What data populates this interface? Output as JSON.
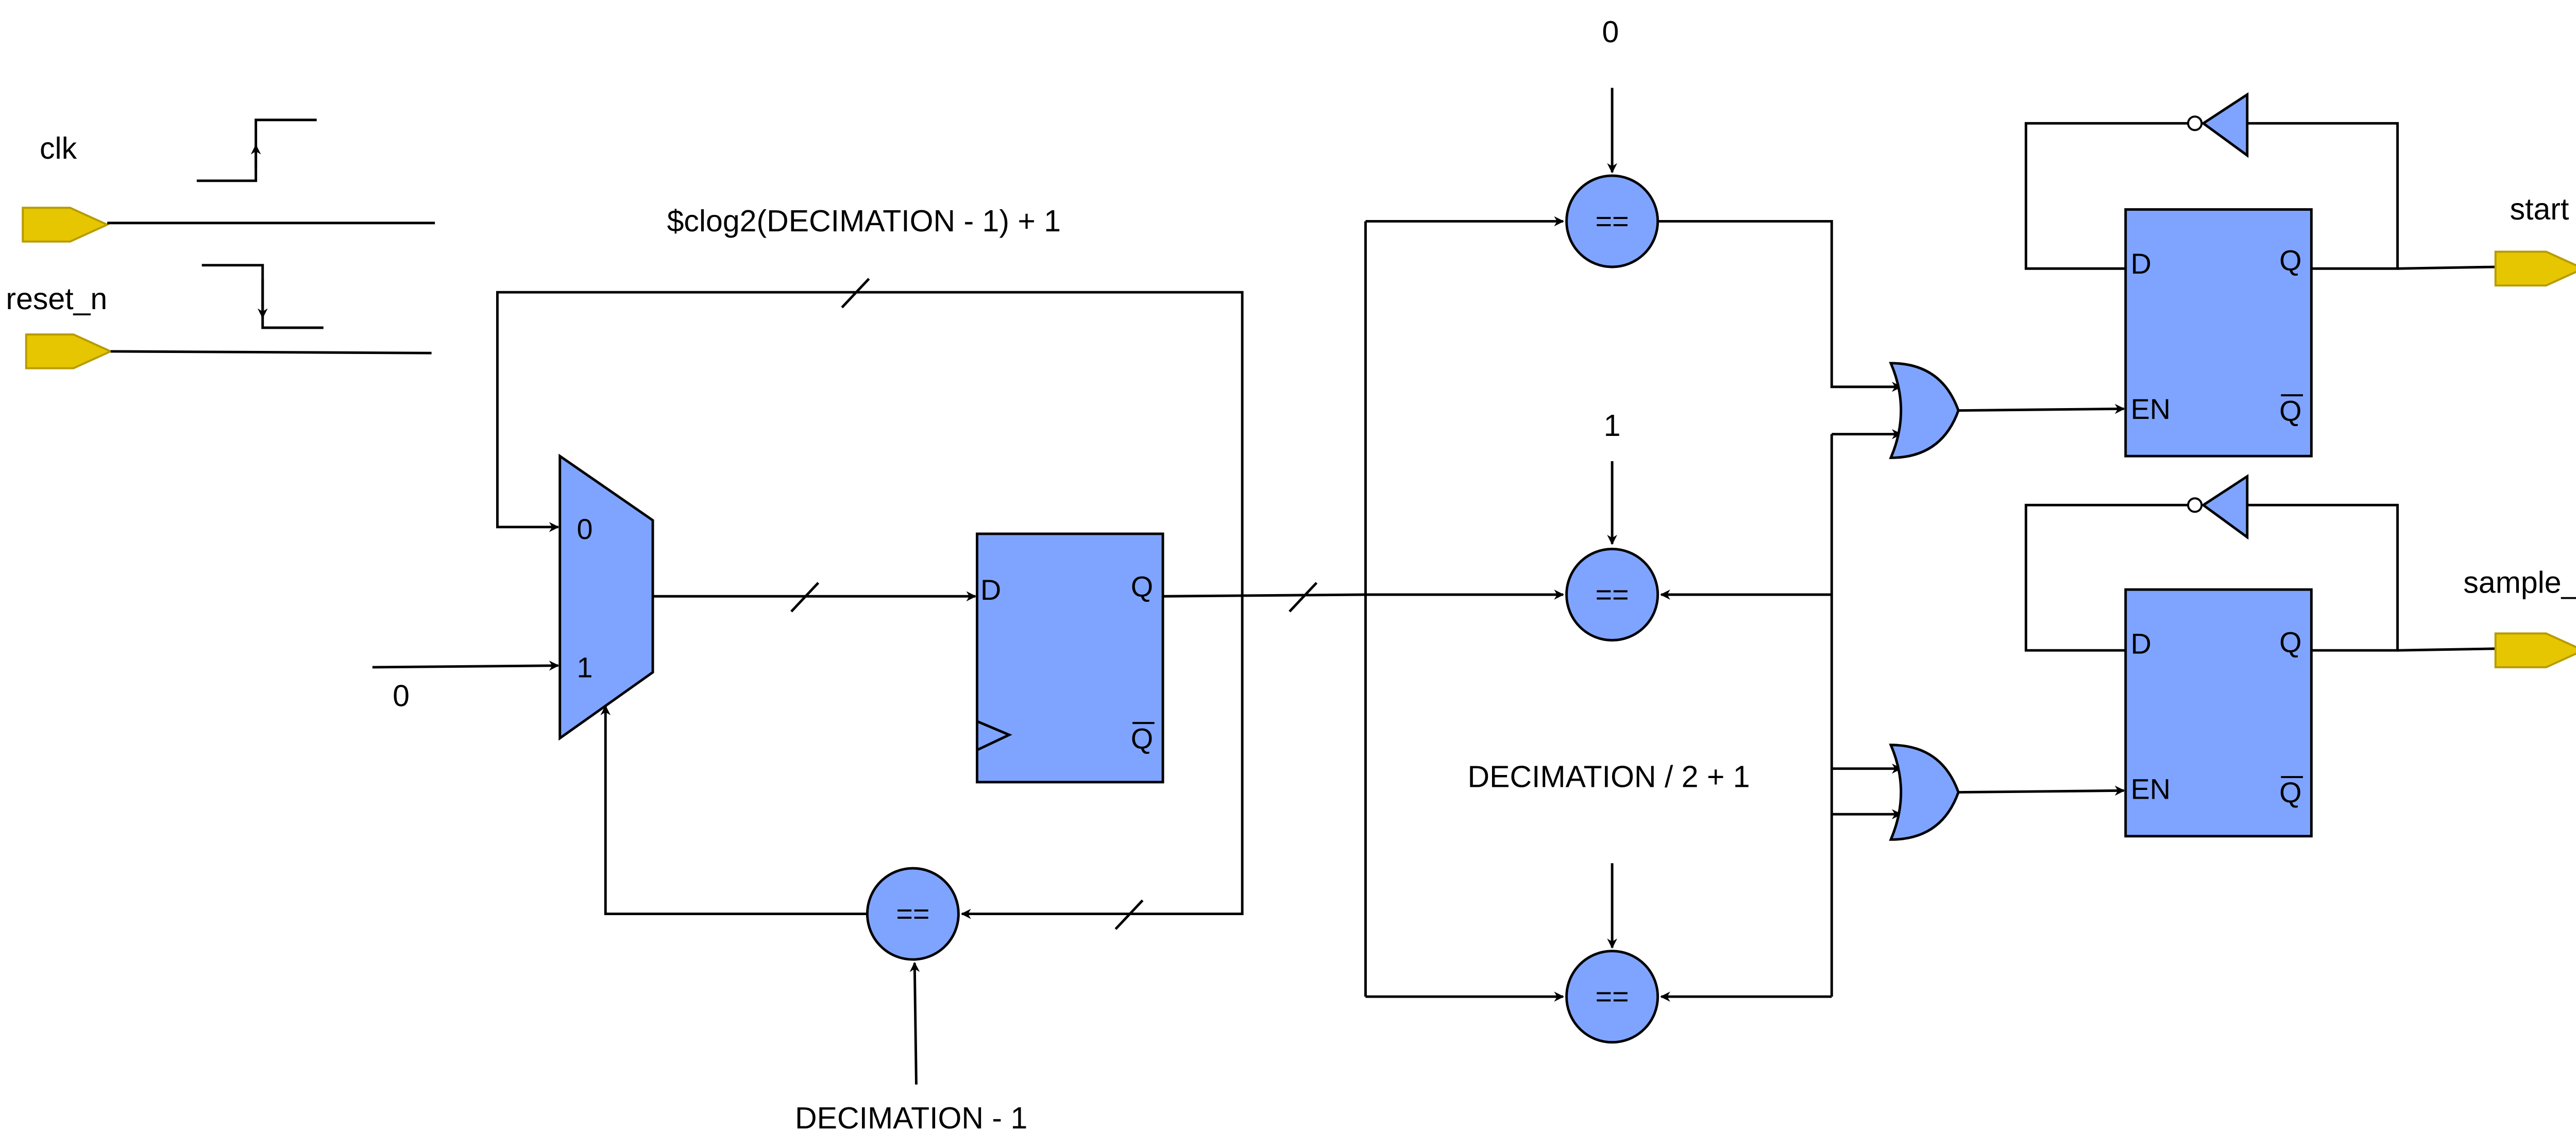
{
  "signals": {
    "clk": "clk",
    "reset_n": "reset_n",
    "start": "start",
    "sample_clk": "sample_clk"
  },
  "labels": {
    "feedback_width": "$clog2(DECIMATION - 1) + 1",
    "mux_in_const": "0",
    "terminal_count": "DECIMATION - 1",
    "cmp0_const": "0",
    "cmp1_const": "1",
    "cmp2_const": "DECIMATION / 2 + 1"
  },
  "mux": {
    "in0": "0",
    "in1": "1"
  },
  "flipflop": {
    "d": "D",
    "q": "Q",
    "qbar": "Q",
    "en": "EN"
  },
  "comparator_symbol": "==",
  "colors": {
    "block_fill": "#7fa4ff",
    "port_fill": "#e6c600",
    "port_stroke": "#b79b00",
    "wire": "#000000"
  }
}
